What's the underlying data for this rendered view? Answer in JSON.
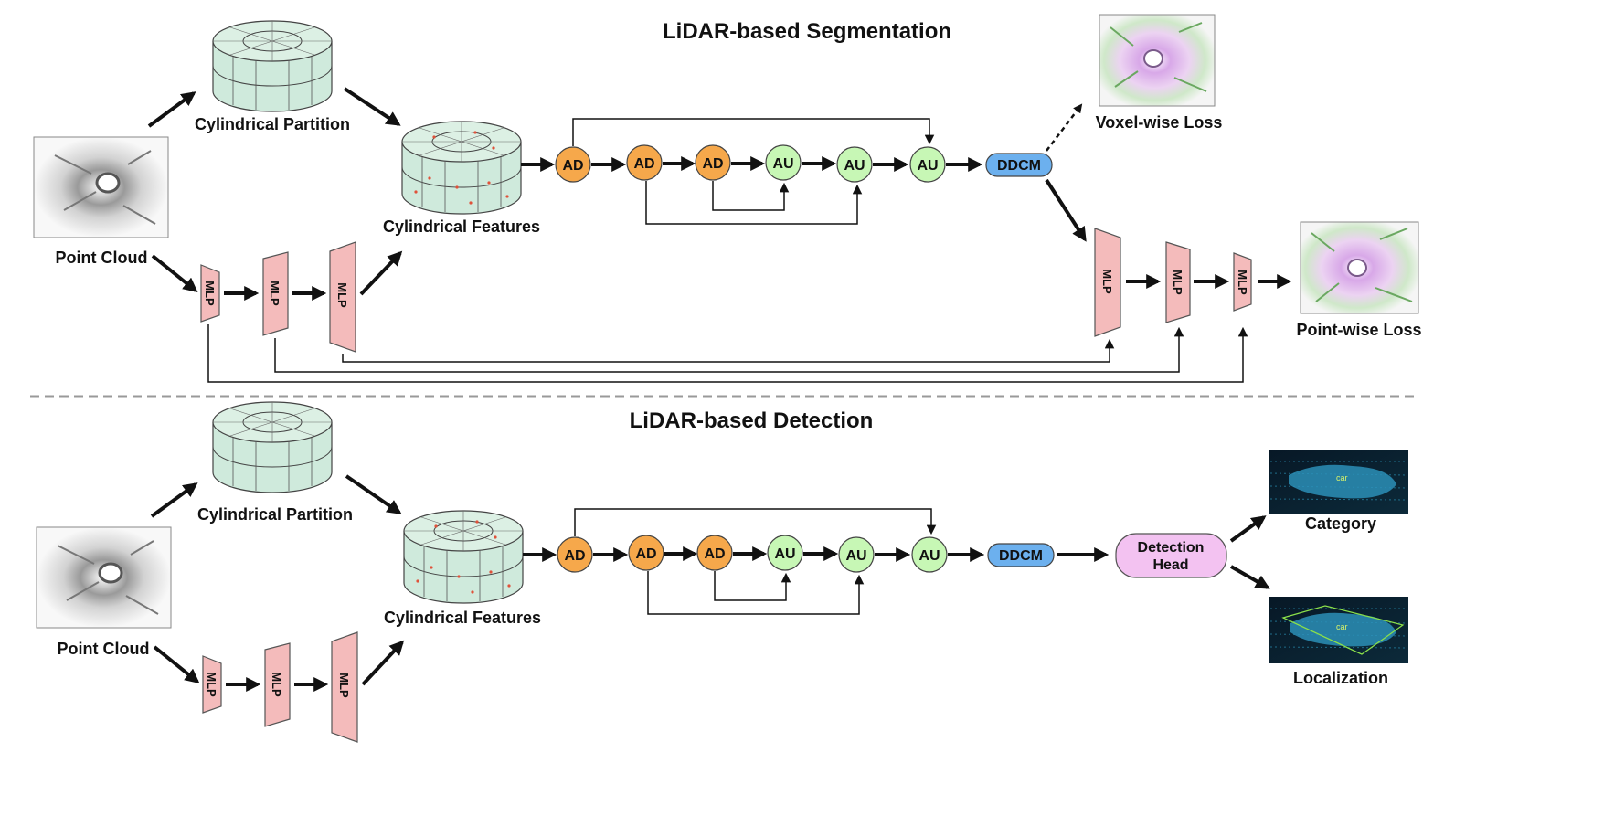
{
  "segmentation": {
    "title": "LiDAR-based Segmentation",
    "point_cloud_label": "Point Cloud",
    "partition_label": "Cylindrical Partition",
    "features_label": "Cylindrical Features",
    "mlp_labels": [
      "MLP",
      "MLP",
      "MLP"
    ],
    "encoder_nodes": [
      "AD",
      "AD",
      "AD",
      "AU",
      "AU",
      "AU"
    ],
    "ddcm_label": "DDCM",
    "head_mlp_labels": [
      "MLP",
      "MLP",
      "MLP"
    ],
    "voxel_loss_label": "Voxel-wise Loss",
    "point_loss_label": "Point-wise Loss"
  },
  "detection": {
    "title": "LiDAR-based Detection",
    "point_cloud_label": "Point Cloud",
    "partition_label": "Cylindrical Partition",
    "features_label": "Cylindrical Features",
    "mlp_labels": [
      "MLP",
      "MLP",
      "MLP"
    ],
    "encoder_nodes": [
      "AD",
      "AD",
      "AD",
      "AU",
      "AU",
      "AU"
    ],
    "ddcm_label": "DDCM",
    "head_label_line1": "Detection",
    "head_label_line2": "Head",
    "category_label": "Category",
    "localization_label": "Localization",
    "car_tag": "car"
  },
  "colors": {
    "ad_fill": "#f6a84b",
    "au_fill": "#c7f7b5",
    "ddcm_fill": "#6cb0ee",
    "mlp_fill": "#f4bbbb",
    "head_fill": "#f3c2f1",
    "cylinder_fill": "#cfeadc",
    "divider": "#999999"
  }
}
